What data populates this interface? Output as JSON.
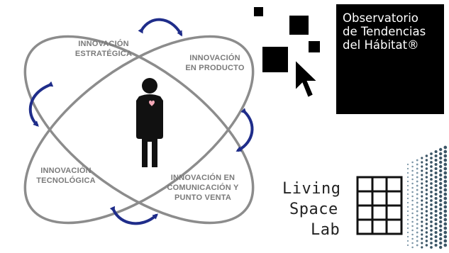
{
  "diagram": {
    "labels": {
      "estrategica": [
        "INNOVACIÓN",
        "ESTRATÉGICA"
      ],
      "producto": [
        "INNOVACIÓN",
        "EN PRODUCTO"
      ],
      "tecnologica": [
        "INNOVACIÓN",
        "TECNOLÓGICA"
      ],
      "comunicacion": [
        "INNOVACIÓN EN",
        "COMUNICACIÓN Y",
        "PUNTO VENTA"
      ]
    },
    "colors": {
      "ring": "#8c8c8c",
      "arrow": "#1f2d8a",
      "figure": "#111111",
      "heart": "#f4a9b8",
      "label": "#7a7a7a"
    },
    "icons": [
      "person-figure-icon",
      "heart-icon",
      "cycle-arrow-icon"
    ]
  },
  "observatorio": {
    "lines": [
      "Observatorio",
      "de Tendencias",
      "del Hábitat®"
    ],
    "icons": [
      "cursor-arrow-icon",
      "pixel-squares-icon"
    ]
  },
  "living_space_lab": {
    "lines": [
      "Living",
      "Space",
      "Lab"
    ],
    "icons": [
      "bookshelf-icon",
      "dot-matrix-icon"
    ]
  }
}
